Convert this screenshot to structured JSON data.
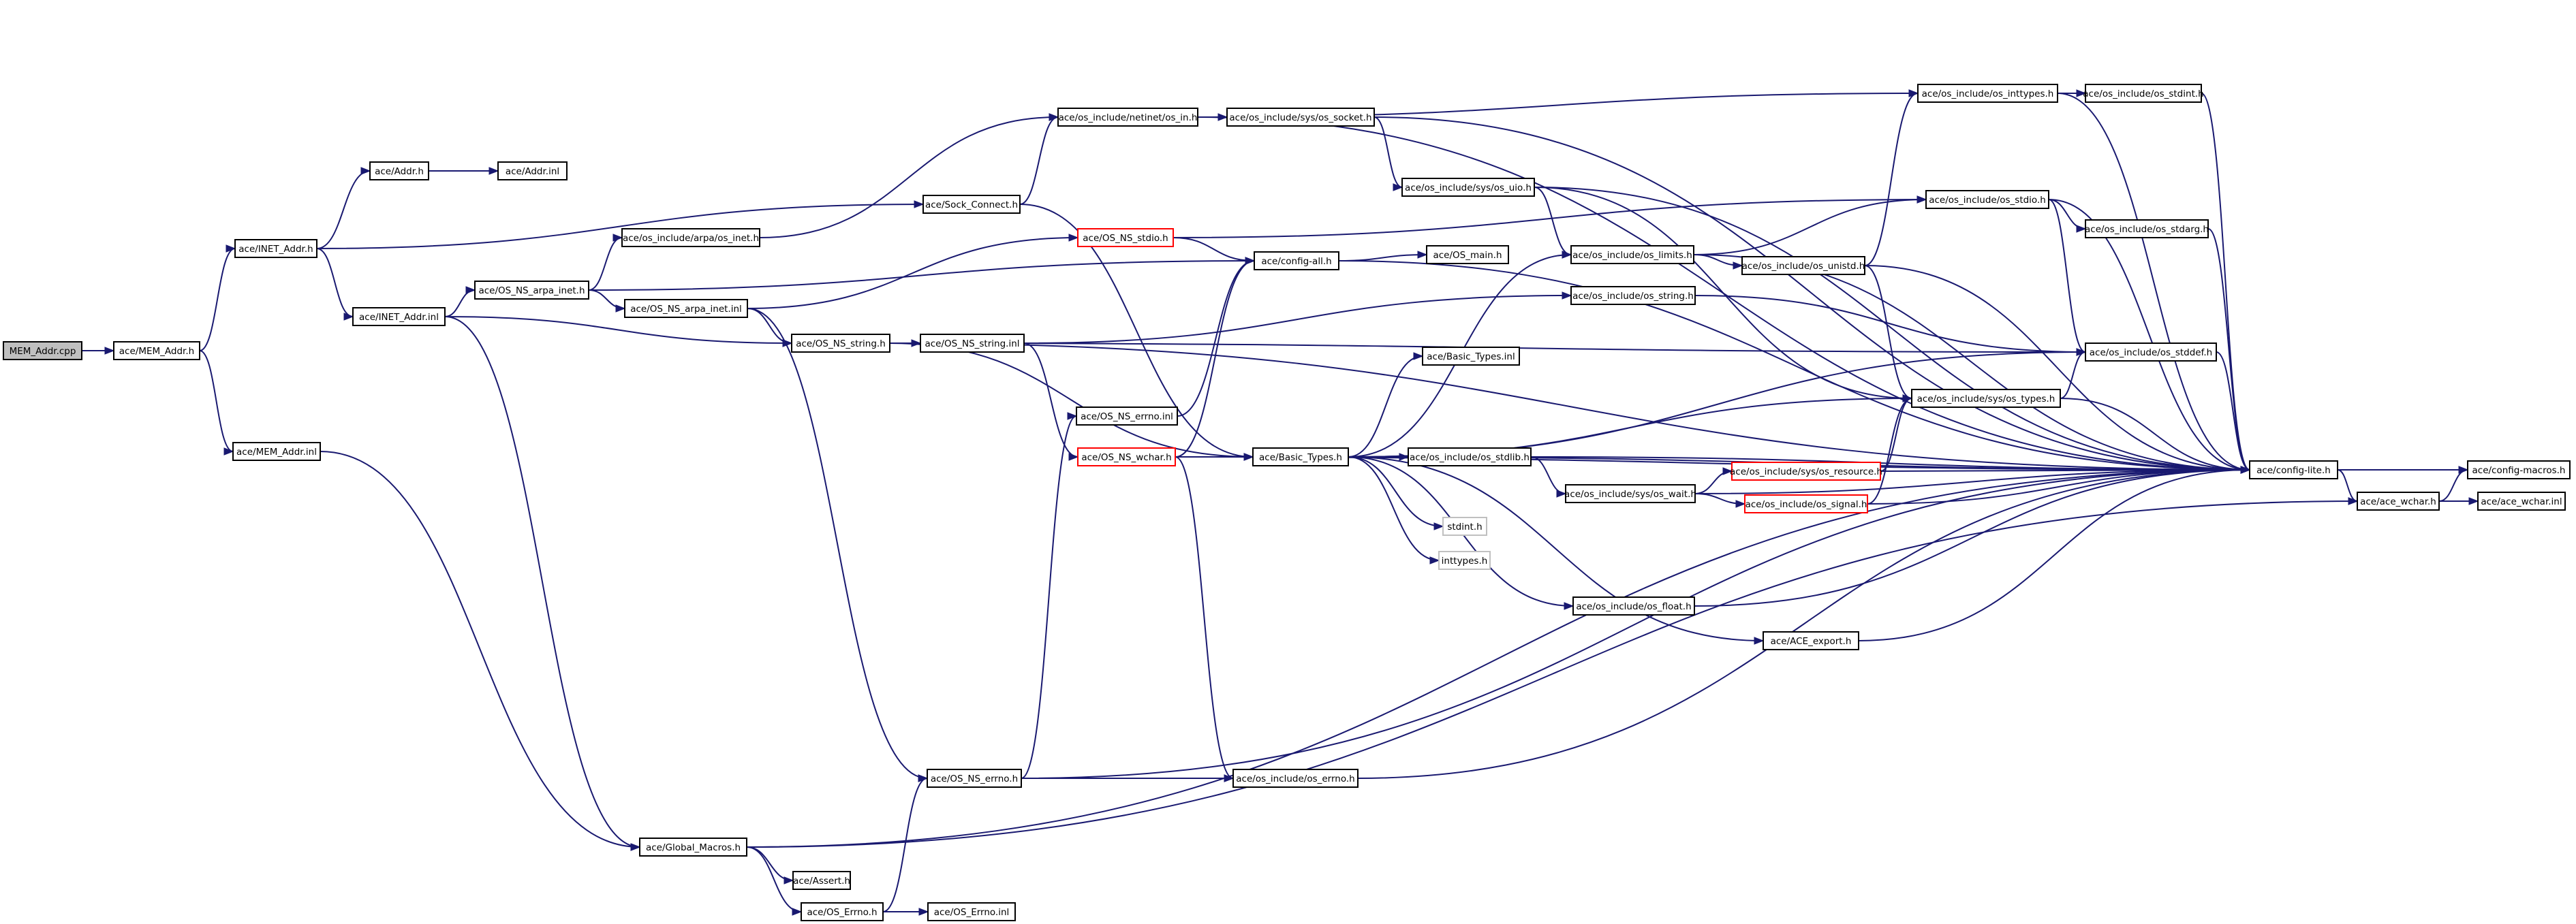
{
  "colors": {
    "edge": "#191970",
    "node_border": "#000000",
    "node_border_incomplete": "#ff0000",
    "node_border_external": "#c0c0c0",
    "root_fill": "#bfbfbf",
    "node_fill": "#ffffff"
  },
  "nodes": {
    "mem_addr_cpp": "MEM_Addr.cpp",
    "mem_addr_h": "ace/MEM_Addr.h",
    "inet_addr_h": "ace/INET_Addr.h",
    "mem_addr_inl": "ace/MEM_Addr.inl",
    "addr_h": "ace/Addr.h",
    "addr_inl": "ace/Addr.inl",
    "inet_addr_inl": "ace/INET_Addr.inl",
    "sock_connect_h": "ace/Sock_Connect.h",
    "os_arpa_inet_h": "ace/os_include/arpa/os_inet.h",
    "os_ns_arpa_inet_h": "ace/OS_NS_arpa_inet.h",
    "os_ns_arpa_inet_inl": "ace/OS_NS_arpa_inet.inl",
    "os_ns_string_h": "ace/OS_NS_string.h",
    "os_ns_string_inl": "ace/OS_NS_string.inl",
    "netinet_os_in_h": "ace/os_include/netinet/os_in.h",
    "sys_os_socket_h": "ace/os_include/sys/os_socket.h",
    "os_ns_stdio_h": "ace/OS_NS_stdio.h",
    "config_all_h": "ace/config-all.h",
    "os_main_h": "ace/OS_main.h",
    "sys_os_uio_h": "ace/os_include/sys/os_uio.h",
    "os_limits_h": "ace/os_include/os_limits.h",
    "os_string_h": "ace/os_include/os_string.h",
    "os_unistd_h": "ace/os_include/os_unistd.h",
    "os_inttypes_h": "ace/os_include/os_inttypes.h",
    "os_stdint_h": "ace/os_include/os_stdint.h",
    "os_stdio_h": "ace/os_include/os_stdio.h",
    "os_stdarg_h": "ace/os_include/os_stdarg.h",
    "os_stddef_h": "ace/os_include/os_stddef.h",
    "sys_os_types_h": "ace/os_include/sys/os_types.h",
    "basic_types_inl": "ace/Basic_Types.inl",
    "os_ns_errno_inl": "ace/OS_NS_errno.inl",
    "os_ns_wchar_h": "ace/OS_NS_wchar.h",
    "basic_types_h": "ace/Basic_Types.h",
    "os_stdlib_h": "ace/os_include/os_stdlib.h",
    "sys_os_wait_h": "ace/os_include/sys/os_wait.h",
    "sys_os_resource_h": "ace/os_include/sys/os_resource.h",
    "os_signal_h": "ace/os_include/os_signal.h",
    "stdint_h": "stdint.h",
    "inttypes_h": "inttypes.h",
    "os_float_h": "ace/os_include/os_float.h",
    "ace_export_h": "ace/ACE_export.h",
    "config_lite_h": "ace/config-lite.h",
    "config_macros_h": "ace/config-macros.h",
    "ace_wchar_h": "ace/ace_wchar.h",
    "ace_wchar_inl": "ace/ace_wchar.inl",
    "os_ns_errno_h": "ace/OS_NS_errno.h",
    "os_errno_h": "ace/os_include/os_errno.h",
    "global_macros_h": "ace/Global_Macros.h",
    "assert_h": "ace/Assert.h",
    "os_errno_cap_h": "ace/OS_Errno.h",
    "os_errno_inl": "ace/OS_Errno.inl"
  }
}
